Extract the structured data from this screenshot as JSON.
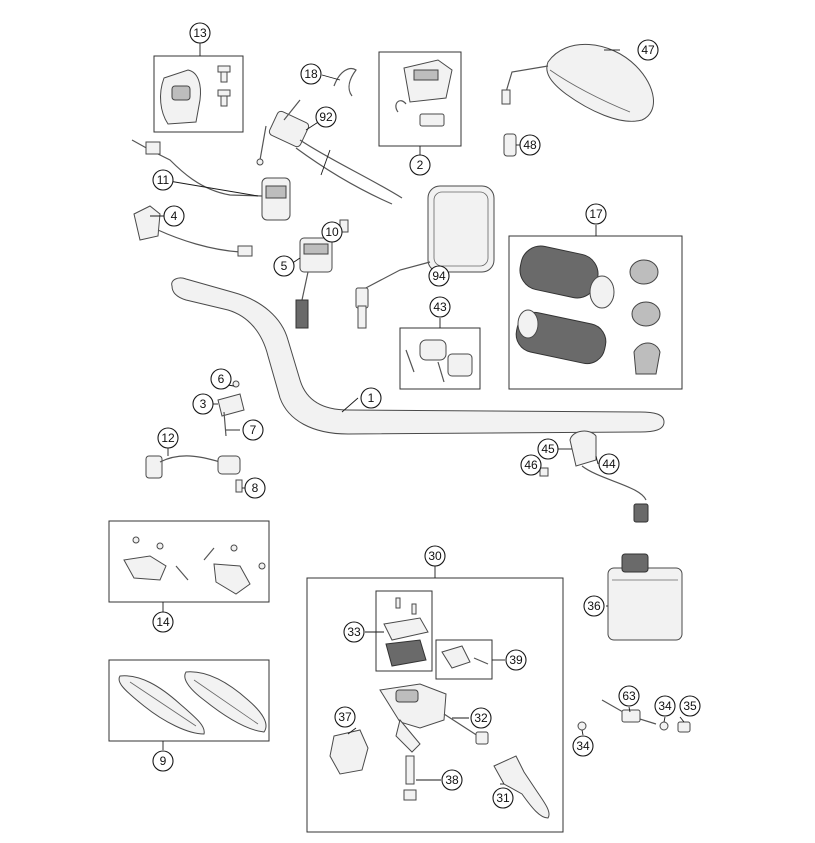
{
  "callouts": {
    "c1": "1",
    "c2": "2",
    "c3": "3",
    "c4": "4",
    "c5": "5",
    "c6": "6",
    "c7": "7",
    "c8": "8",
    "c9": "9",
    "c10": "10",
    "c11": "11",
    "c12": "12",
    "c13": "13",
    "c14": "14",
    "c17": "17",
    "c18": "18",
    "c30": "30",
    "c31": "31",
    "c32": "32",
    "c33": "33",
    "c34a": "34",
    "c34b": "34",
    "c35": "35",
    "c36": "36",
    "c37": "37",
    "c38": "38",
    "c39": "39",
    "c43": "43",
    "c44": "44",
    "c45": "45",
    "c46": "46",
    "c47": "47",
    "c48": "48",
    "c63": "63",
    "c92": "92",
    "c94": "94"
  },
  "colors": {
    "line": "#1a1a1a",
    "part_fill": "#f2f2f2",
    "grip_dark": "#6a6a6a"
  }
}
